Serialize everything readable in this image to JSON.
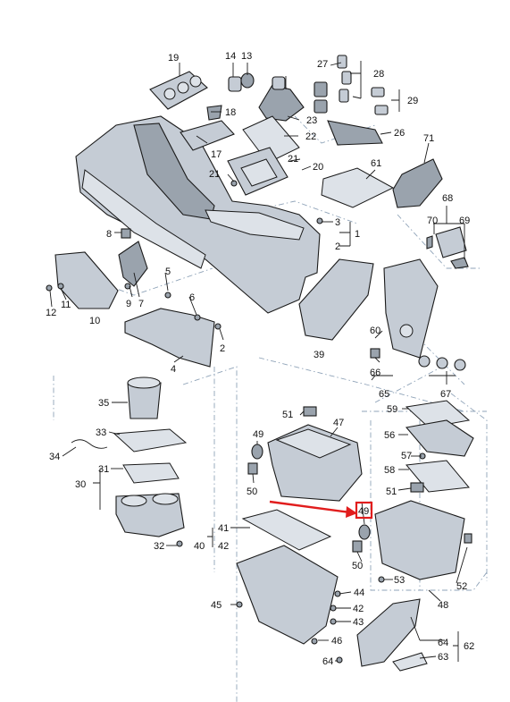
{
  "diagram": {
    "callouts": [
      {
        "id": "c1",
        "text": "1"
      },
      {
        "id": "c2a",
        "text": "2"
      },
      {
        "id": "c2b",
        "text": "2"
      },
      {
        "id": "c3",
        "text": "3"
      },
      {
        "id": "c4",
        "text": "4"
      },
      {
        "id": "c5",
        "text": "5"
      },
      {
        "id": "c6",
        "text": "6"
      },
      {
        "id": "c7",
        "text": "7"
      },
      {
        "id": "c8",
        "text": "8"
      },
      {
        "id": "c9",
        "text": "9"
      },
      {
        "id": "c10",
        "text": "10"
      },
      {
        "id": "c11",
        "text": "11"
      },
      {
        "id": "c12",
        "text": "12"
      },
      {
        "id": "c13",
        "text": "13"
      },
      {
        "id": "c14",
        "text": "14"
      },
      {
        "id": "c17",
        "text": "17"
      },
      {
        "id": "c18",
        "text": "18"
      },
      {
        "id": "c19",
        "text": "19"
      },
      {
        "id": "c20",
        "text": "20"
      },
      {
        "id": "c21a",
        "text": "21"
      },
      {
        "id": "c21b",
        "text": "21"
      },
      {
        "id": "c22",
        "text": "22"
      },
      {
        "id": "c23",
        "text": "23"
      },
      {
        "id": "c26",
        "text": "26"
      },
      {
        "id": "c27",
        "text": "27"
      },
      {
        "id": "c28",
        "text": "28"
      },
      {
        "id": "c29",
        "text": "29"
      },
      {
        "id": "c30",
        "text": "30"
      },
      {
        "id": "c31",
        "text": "31"
      },
      {
        "id": "c32",
        "text": "32"
      },
      {
        "id": "c33",
        "text": "33"
      },
      {
        "id": "c34",
        "text": "34"
      },
      {
        "id": "c35",
        "text": "35"
      },
      {
        "id": "c39",
        "text": "39"
      },
      {
        "id": "c40",
        "text": "40"
      },
      {
        "id": "c41",
        "text": "41"
      },
      {
        "id": "c42a",
        "text": "42"
      },
      {
        "id": "c42b",
        "text": "42"
      },
      {
        "id": "c43",
        "text": "43"
      },
      {
        "id": "c44",
        "text": "44"
      },
      {
        "id": "c45",
        "text": "45"
      },
      {
        "id": "c46",
        "text": "46"
      },
      {
        "id": "c47",
        "text": "47"
      },
      {
        "id": "c48",
        "text": "48"
      },
      {
        "id": "c49a",
        "text": "49"
      },
      {
        "id": "c49b",
        "text": "49"
      },
      {
        "id": "c50a",
        "text": "50"
      },
      {
        "id": "c50b",
        "text": "50"
      },
      {
        "id": "c51a",
        "text": "51"
      },
      {
        "id": "c51b",
        "text": "51"
      },
      {
        "id": "c52",
        "text": "52"
      },
      {
        "id": "c53",
        "text": "53"
      },
      {
        "id": "c56",
        "text": "56"
      },
      {
        "id": "c57",
        "text": "57"
      },
      {
        "id": "c58",
        "text": "58"
      },
      {
        "id": "c59",
        "text": "59"
      },
      {
        "id": "c60",
        "text": "60"
      },
      {
        "id": "c61",
        "text": "61"
      },
      {
        "id": "c62",
        "text": "62"
      },
      {
        "id": "c63",
        "text": "63"
      },
      {
        "id": "c64a",
        "text": "64"
      },
      {
        "id": "c64b",
        "text": "64"
      },
      {
        "id": "c65",
        "text": "65"
      },
      {
        "id": "c66",
        "text": "66"
      },
      {
        "id": "c67",
        "text": "67"
      },
      {
        "id": "c68",
        "text": "68"
      },
      {
        "id": "c69",
        "text": "69"
      },
      {
        "id": "c70",
        "text": "70"
      },
      {
        "id": "c71",
        "text": "71"
      }
    ],
    "highlight": {
      "label": "49",
      "color": "#e11d1d"
    },
    "colors": {
      "part_fill": "#c5ccd5",
      "outline": "#1a1a1a",
      "guide_lines": "#8fa3b8",
      "highlight": "#e11d1d"
    }
  }
}
